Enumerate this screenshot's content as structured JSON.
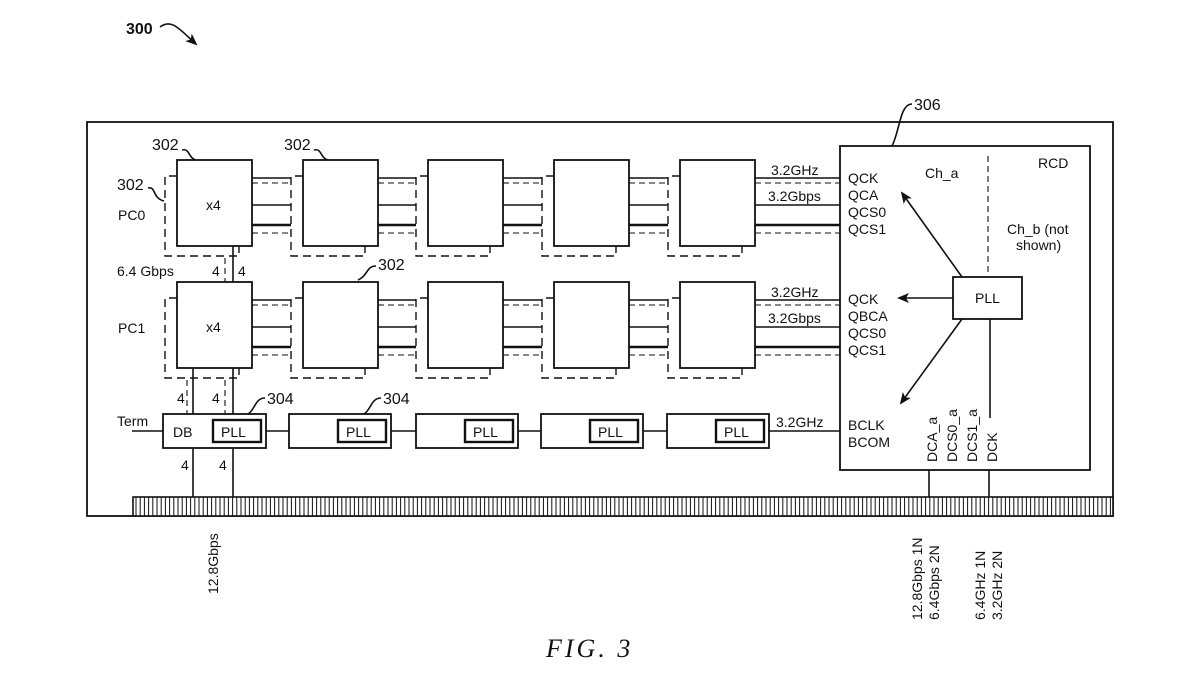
{
  "figure": {
    "label": "FIG. 3",
    "ref_main": "300"
  },
  "refs": {
    "chip": "302",
    "db": "304",
    "rcd": "306"
  },
  "rows": [
    {
      "name": "PC0",
      "first_chip_label": "x4",
      "signal_top": "3.2GHz",
      "signal_mid": "3.2Gbps",
      "pins": [
        "QCK",
        "QCA",
        "QCS0",
        "QCS1"
      ]
    },
    {
      "name": "PC1",
      "first_chip_label": "x4",
      "signal_top": "3.2GHz",
      "signal_mid": "3.2Gbps",
      "pins": [
        "QCK",
        "QBCA",
        "QCS0",
        "QCS1"
      ]
    }
  ],
  "between_rows": {
    "rate": "6.4 Gbps",
    "width_left": "4",
    "width_right": "4"
  },
  "buffer_row": {
    "term_label": "Term",
    "db_label": "DB",
    "pll_label": "PLL",
    "upper_width_left": "4",
    "upper_width_right": "4",
    "lower_width_left": "4",
    "lower_width_right": "4",
    "signal": "3.2GHz",
    "pins": [
      "BCLK",
      "BCOM"
    ]
  },
  "rcd": {
    "title": "RCD",
    "channel_a": "Ch_a",
    "channel_b_line1": "Ch_b (not",
    "channel_b_line2": "shown)",
    "pll_label": "PLL",
    "bottom_pins": [
      "DCA_a",
      "DCS0_a",
      "DCS1_a",
      "DCK"
    ]
  },
  "edge_labels": {
    "db_rate": "12.8Gbps",
    "ca_line1": "12.8Gbps 1N",
    "ca_line2": "6.4Gbps 2N",
    "ck_line1": "6.4GHz 1N",
    "ck_line2": "3.2GHz 2N"
  }
}
